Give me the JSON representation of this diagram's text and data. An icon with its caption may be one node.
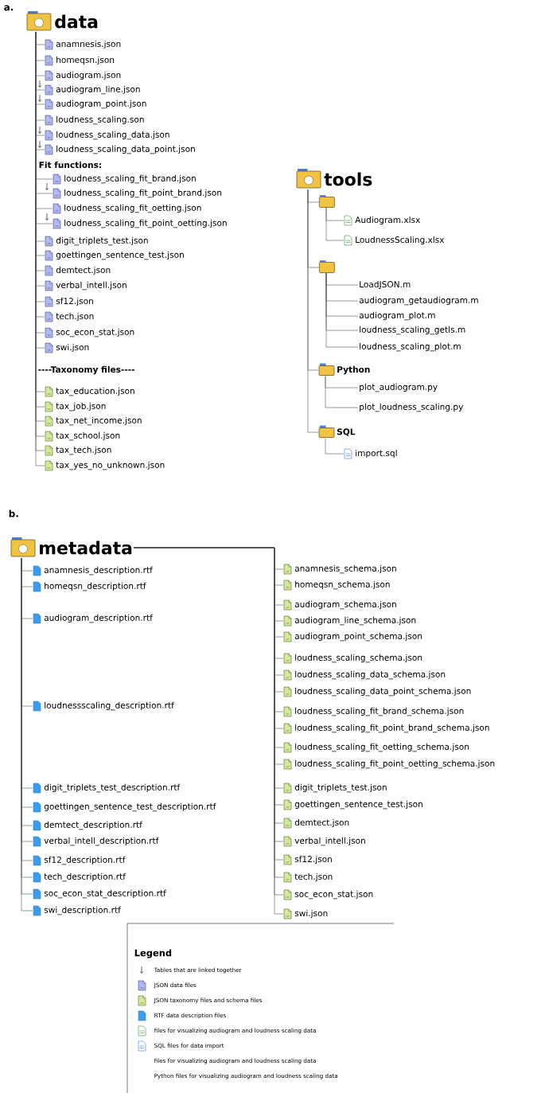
{
  "diagram": {
    "nodes": [
      {
        "text": [
          "data"
        ]
      },
      {
        "text": [
          "anamnesis.json"
        ]
      },
      {
        "text": [
          "homeqsn.json"
        ]
      },
      {
        "text": [
          "audiogram.json"
        ]
      },
      {
        "text": [
          "audiogram_line.json"
        ]
      },
      {
        "text": [
          "audiogram_point.json"
        ]
      },
      {
        "text": [
          "loudness_scaling.son"
        ]
      },
      {
        "text": [
          "loudness_scaling_data.json"
        ]
      },
      {
        "text": [
          "loudness_scaling_data_point.json"
        ]
      },
      {
        "text": [
          "loudness_scaling_fit_brand.json"
        ]
      },
      {
        "text": [
          "loudness_scaling_fit_point_brand.json"
        ]
      },
      {
        "text": [
          "loudness_scaling_fit_oetting.json"
        ]
      },
      {
        "text": [
          "loudness_scaling_fit_point_oetting.json"
        ]
      },
      {
        "text": [
          "digit_triplets_test.json"
        ]
      },
      {
        "text": [
          "goettingen_sentence_test.json"
        ]
      },
      {
        "text": [
          "demtect.json"
        ]
      },
      {
        "text": [
          "verbal_intell.json"
        ]
      },
      {
        "text": [
          "sf12.json"
        ]
      },
      {
        "text": [
          "tech.json"
        ]
      },
      {
        "text": [
          "soc_econ_stat.json"
        ]
      },
      {
        "text": [
          "swi.json"
        ]
      },
      {
        "text": [
          "tax_education.json"
        ]
      },
      {
        "text": [
          "tax_job.json"
        ]
      },
      {
        "text": [
          "tax_net_income.json"
        ]
      },
      {
        "text": [
          "tax_school.json"
        ]
      },
      {
        "text": [
          "tax_tech.json"
        ]
      },
      {
        "text": [
          "tax_yes_no_unknown.json"
        ]
      },
      {
        "text": [
          "tools"
        ]
      },
      {
        "text": [],
        "shape": "folder"
      },
      {
        "text": [
          "Audiogram.xlsx"
        ]
      },
      {
        "text": [
          "LoudnessScaling.xlsx"
        ]
      },
      {
        "text": [],
        "shape": "folder"
      },
      {
        "text": [
          "LoadJSON.m"
        ]
      },
      {
        "text": [
          "audiogram_getaudiogram.m"
        ]
      },
      {
        "text": [
          "audiogram_plot.m"
        ]
      },
      {
        "text": [
          "loudness_scaling_getls.m"
        ]
      },
      {
        "text": [
          "loudness_scaling_plot.m"
        ]
      },
      {
        "text": [
          "Python"
        ]
      },
      {
        "text": [
          "plot_audiogram.py"
        ]
      },
      {
        "text": [
          "plot_loudness_scaling.py"
        ]
      },
      {
        "text": [
          "SQL"
        ]
      },
      {
        "text": [
          "import.sql"
        ]
      },
      {
        "text": [
          "metadata"
        ]
      },
      {
        "text": [
          "anamnesis_description.rtf"
        ]
      },
      {
        "text": [
          "homeqsn_description.rtf"
        ]
      },
      {
        "text": [
          "audiogram_description.rtf"
        ]
      },
      {
        "text": [
          "loudnessscaling_description.rtf"
        ]
      },
      {
        "text": [
          "digit_triplets_test_description.rtf"
        ]
      },
      {
        "text": [
          "goettingen_sentence_test_description.rtf"
        ]
      },
      {
        "text": [
          "demtect_description.rtf"
        ]
      },
      {
        "text": [
          "verbal_intell_description.rtf"
        ]
      },
      {
        "text": [
          "sf12_description.rtf"
        ]
      },
      {
        "text": [
          "tech_description.rtf"
        ]
      },
      {
        "text": [
          "soc_econ_stat_description.rtf"
        ]
      },
      {
        "text": [
          "swi_description.rtf"
        ]
      },
      {
        "text": [
          "anamnesis_schema.json"
        ]
      },
      {
        "text": [
          "homeqsn_schema.json"
        ]
      },
      {
        "text": [
          "audiogram_schema.json"
        ]
      },
      {
        "text": [
          "audiogram_line_schema.json"
        ]
      },
      {
        "text": [
          "audiogram_point_schema.json"
        ]
      },
      {
        "text": [
          "loudness_scaling_schema.json"
        ]
      },
      {
        "text": [
          "loudness_scaling_data_schema.json"
        ]
      },
      {
        "text": [
          "loudness_scaling_data_point_schema.json"
        ]
      },
      {
        "text": [
          "loudness_scaling_fit_brand_schema.json"
        ]
      },
      {
        "text": [
          "loudness_scaling_fit_point_brand_schema.json"
        ]
      },
      {
        "text": [
          "loudness_scaling_fit_oetting_schema.json"
        ]
      },
      {
        "text": [
          "loudness_scaling_fit_point_oetting_schema.json"
        ]
      },
      {
        "text": [
          "digit_triplets_test.json"
        ]
      },
      {
        "text": [
          "goettingen_sentence_test.json"
        ]
      },
      {
        "text": [
          "demtect.json"
        ]
      },
      {
        "text": [
          "verbal_intell.json"
        ]
      },
      {
        "text": [
          "sf12.json"
        ]
      },
      {
        "text": [
          "tech.json"
        ]
      },
      {
        "text": [
          "soc_econ_stat.json"
        ]
      },
      {
        "text": [
          "swi.json"
        ]
      }
    ],
    "edges": [
      {
        "from": 0,
        "to": 1,
        "arrow": "none"
      },
      {
        "from": 0,
        "to": 2,
        "arrow": "none"
      },
      {
        "from": 0,
        "to": 3,
        "arrow": "none"
      },
      {
        "from": 0,
        "to": 4,
        "arrow": "none"
      },
      {
        "from": 0,
        "to": 5,
        "arrow": "none"
      },
      {
        "from": 0,
        "to": 6,
        "arrow": "none"
      },
      {
        "from": 0,
        "to": 7,
        "arrow": "none"
      },
      {
        "from": 0,
        "to": 8,
        "arrow": "none"
      },
      {
        "from": 0,
        "to": 9,
        "arrow": "none"
      },
      {
        "from": 0,
        "to": 10,
        "arrow": "none"
      },
      {
        "from": 0,
        "to": 11,
        "arrow": "none"
      },
      {
        "from": 0,
        "to": 12,
        "arrow": "none"
      },
      {
        "from": 0,
        "to": 13,
        "arrow": "none"
      },
      {
        "from": 0,
        "to": 14,
        "arrow": "none"
      },
      {
        "from": 0,
        "to": 15,
        "arrow": "none"
      },
      {
        "from": 0,
        "to": 16,
        "arrow": "none"
      },
      {
        "from": 0,
        "to": 17,
        "arrow": "none"
      },
      {
        "from": 0,
        "to": 18,
        "arrow": "none"
      },
      {
        "from": 0,
        "to": 19,
        "arrow": "none"
      },
      {
        "from": 0,
        "to": 20,
        "arrow": "none"
      },
      {
        "from": 0,
        "to": 21,
        "arrow": "none"
      },
      {
        "from": 0,
        "to": 22,
        "arrow": "none"
      },
      {
        "from": 0,
        "to": 23,
        "arrow": "none"
      },
      {
        "from": 0,
        "to": 24,
        "arrow": "none"
      },
      {
        "from": 0,
        "to": 25,
        "arrow": "none"
      },
      {
        "from": 0,
        "to": 26,
        "arrow": "none"
      },
      {
        "from": 27,
        "to": 28,
        "arrow": "none"
      },
      {
        "from": 27,
        "to": 31,
        "arrow": "none"
      },
      {
        "from": 27,
        "to": 37,
        "arrow": "none"
      },
      {
        "from": 27,
        "to": 40,
        "arrow": "none"
      },
      {
        "from": 28,
        "to": 29,
        "arrow": "none"
      },
      {
        "from": 28,
        "to": 30,
        "arrow": "none"
      },
      {
        "from": 31,
        "to": 32,
        "arrow": "none"
      },
      {
        "from": 31,
        "to": 33,
        "arrow": "none"
      },
      {
        "from": 31,
        "to": 34,
        "arrow": "none"
      },
      {
        "from": 31,
        "to": 35,
        "arrow": "none"
      },
      {
        "from": 31,
        "to": 36,
        "arrow": "none"
      },
      {
        "from": 37,
        "to": 38,
        "arrow": "none"
      },
      {
        "from": 37,
        "to": 39,
        "arrow": "none"
      },
      {
        "from": 40,
        "to": 41,
        "arrow": "none"
      },
      {
        "from": 42,
        "to": 43,
        "arrow": "none"
      },
      {
        "from": 42,
        "to": 44,
        "arrow": "none"
      },
      {
        "from": 42,
        "to": 45,
        "arrow": "none"
      },
      {
        "from": 42,
        "to": 46,
        "arrow": "none"
      },
      {
        "from": 42,
        "to": 47,
        "arrow": "none"
      },
      {
        "from": 42,
        "to": 48,
        "arrow": "none"
      },
      {
        "from": 42,
        "to": 49,
        "arrow": "none"
      },
      {
        "from": 42,
        "to": 50,
        "arrow": "none"
      },
      {
        "from": 42,
        "to": 51,
        "arrow": "none"
      },
      {
        "from": 42,
        "to": 52,
        "arrow": "none"
      },
      {
        "from": 42,
        "to": 53,
        "arrow": "none"
      },
      {
        "from": 42,
        "to": 54,
        "arrow": "none"
      },
      {
        "from": 42,
        "to": 55,
        "arrow": "none"
      },
      {
        "from": 42,
        "to": 56,
        "arrow": "none"
      },
      {
        "from": 42,
        "to": 57,
        "arrow": "none"
      },
      {
        "from": 42,
        "to": 58,
        "arrow": "none"
      },
      {
        "from": 42,
        "to": 59,
        "arrow": "none"
      },
      {
        "from": 42,
        "to": 60,
        "arrow": "none"
      },
      {
        "from": 42,
        "to": 61,
        "arrow": "none"
      },
      {
        "from": 42,
        "to": 62,
        "arrow": "none"
      },
      {
        "from": 42,
        "to": 63,
        "arrow": "none"
      },
      {
        "from": 42,
        "to": 64,
        "arrow": "none"
      },
      {
        "from": 42,
        "to": 65,
        "arrow": "none"
      },
      {
        "from": 42,
        "to": 66,
        "arrow": "none"
      },
      {
        "from": 42,
        "to": 67,
        "arrow": "none"
      },
      {
        "from": 42,
        "to": 68,
        "arrow": "none"
      },
      {
        "from": 42,
        "to": 69,
        "arrow": "none"
      },
      {
        "from": 42,
        "to": 70,
        "arrow": "none"
      },
      {
        "from": 42,
        "to": 71,
        "arrow": "none"
      },
      {
        "from": 42,
        "to": 72,
        "arrow": "none"
      },
      {
        "from": 42,
        "to": 73,
        "arrow": "none"
      },
      {
        "from": 42,
        "to": 74,
        "arrow": "none"
      }
    ],
    "labels": [
      "a.",
      "Fit functions:",
      "----Taxonomy files----",
      "b.",
      "Legend"
    ],
    "legend": [
      {
        "text": "Tables that are linked together"
      },
      {
        "text": "JSON data files"
      },
      {
        "text": "JSON taxonomy files and schema files"
      },
      {
        "text": "RTF data description files"
      },
      {
        "text": "files for visualizing audiogram and loudness scaling data"
      },
      {
        "text": "SQL files for data import"
      },
      {
        "text": "files for visualizing audiogram and loudness scaling data"
      },
      {
        "text": "Python files for visualizing audiogram and loudness scaling data"
      }
    ]
  }
}
